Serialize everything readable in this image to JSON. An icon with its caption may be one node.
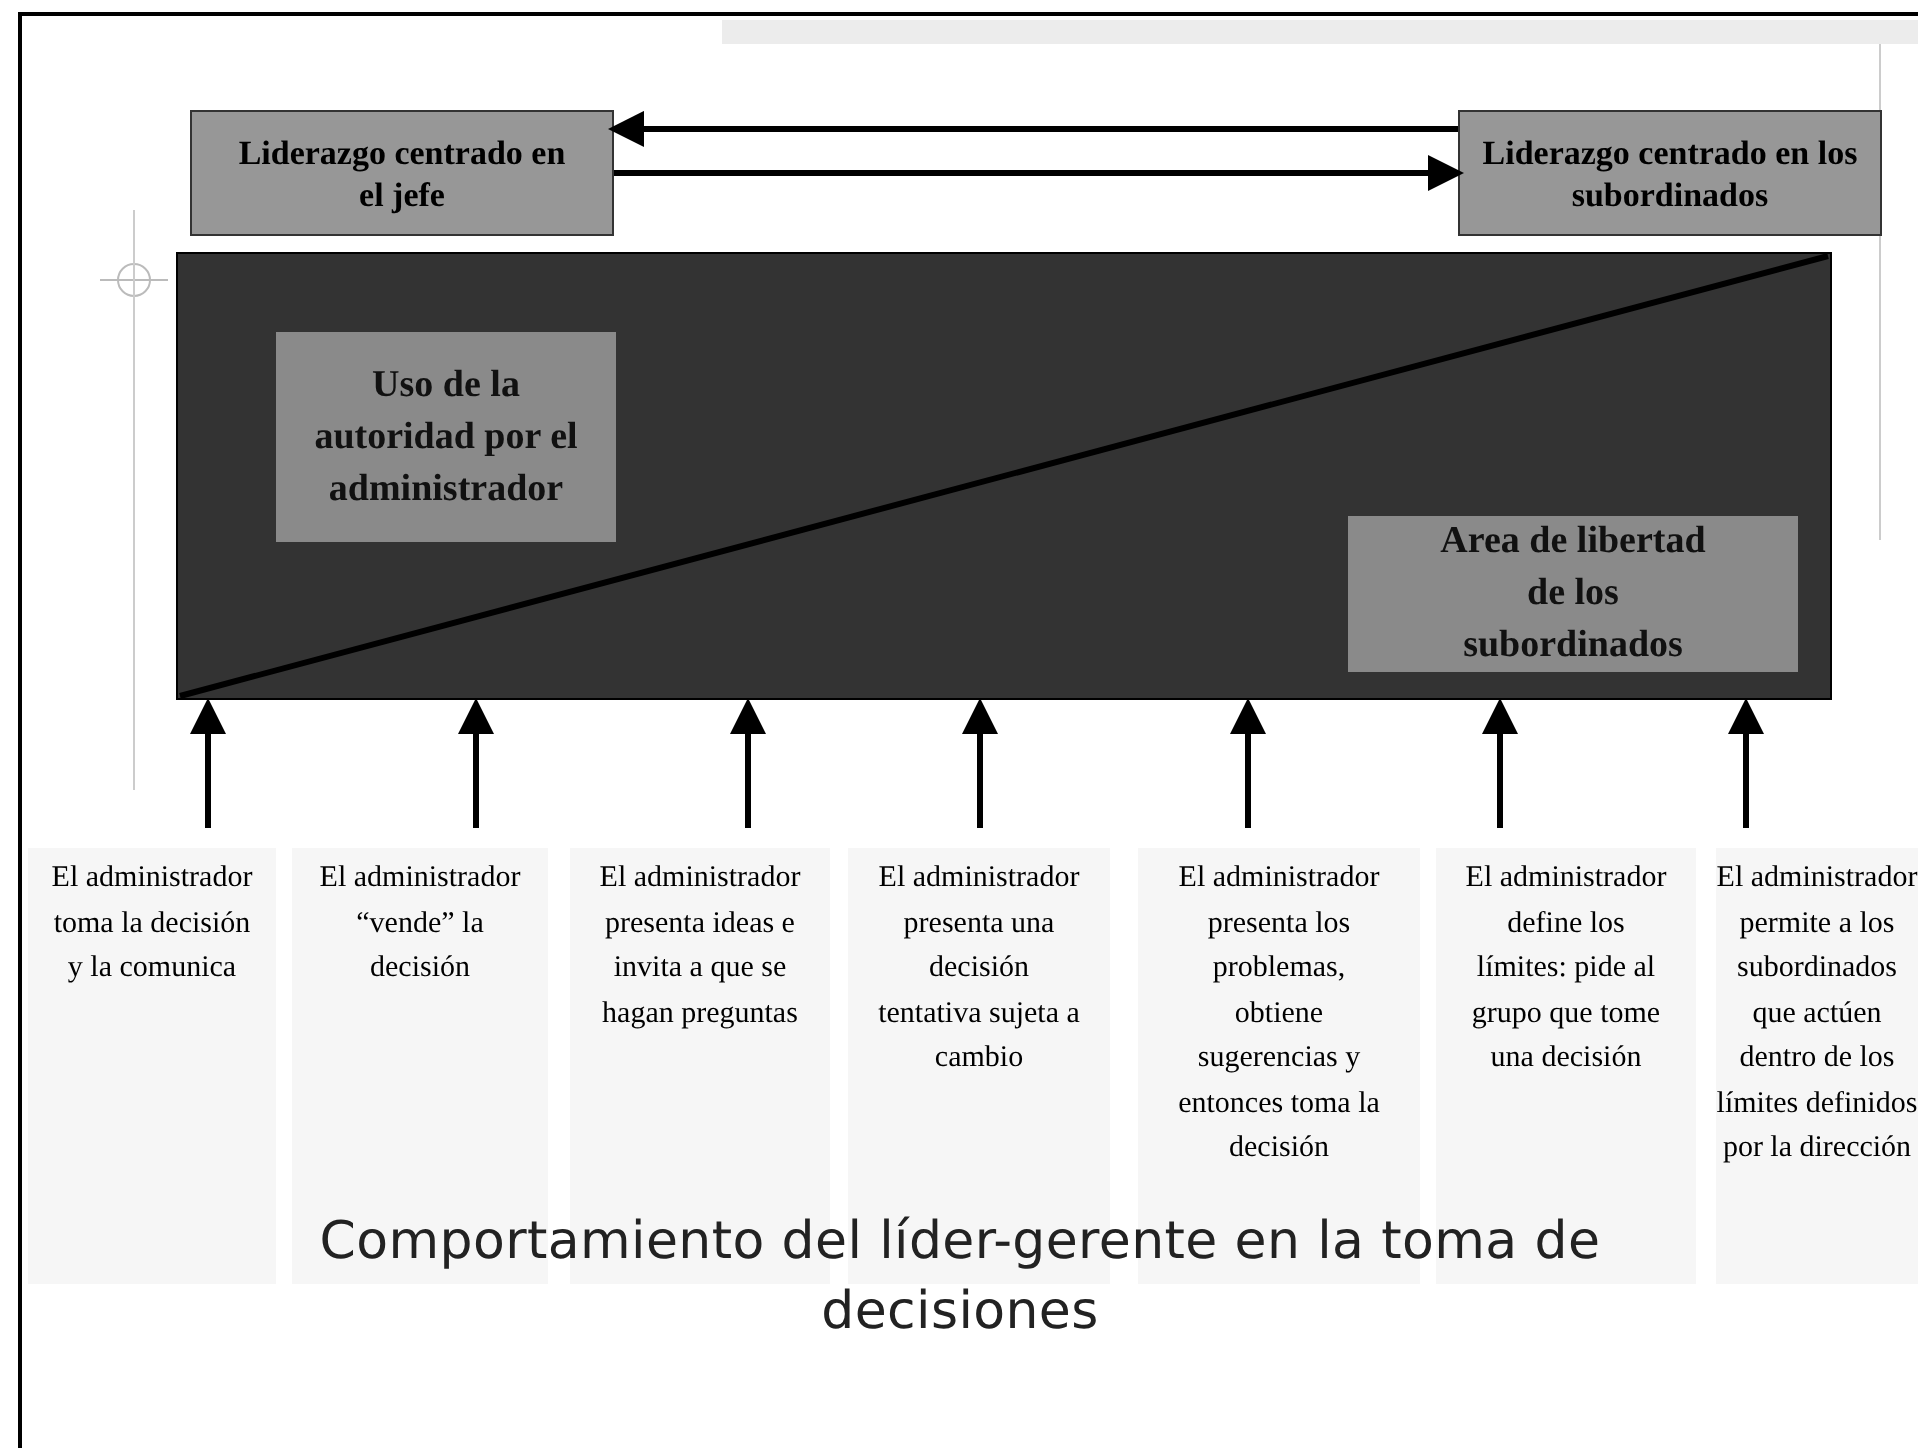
{
  "diagram": {
    "caption": "Comportamiento del líder-gerente en la toma de decisiones",
    "nodes": [
      {
        "text": [
          "Liderazgo centrado en el jefe"
        ]
      },
      {
        "text": [
          "Liderazgo centrado en los subordinados"
        ]
      },
      {
        "text": [],
        "shape": "box"
      },
      {
        "text": [
          "Uso de la autoridad por el administrador"
        ],
        "in": 2
      },
      {
        "text": [
          "Area de libertad de los subordinados"
        ],
        "in": 2
      },
      {
        "text": [
          "El administrador toma la decisión y la comunica"
        ]
      },
      {
        "text": [
          "El administrador “vende” la decisión"
        ]
      },
      {
        "text": [
          "El administrador presenta ideas e invita a que se hagan preguntas"
        ]
      },
      {
        "text": [
          "El administrador presenta una decisión tentativa sujeta a cambio"
        ]
      },
      {
        "text": [
          "El administrador presenta los problemas, obtiene sugerencias y entonces toma la decisión"
        ]
      },
      {
        "text": [
          "El administrador define los límites: pide al grupo que tome una decisión"
        ]
      },
      {
        "text": [
          "El administrador permite a los subordinados que actúen dentro de los límites definidos por la dirección"
        ]
      }
    ],
    "edges": [
      {
        "from": 1,
        "to": 0,
        "arrow": "to"
      },
      {
        "from": 0,
        "to": 1,
        "arrow": "to"
      },
      {
        "from": 5,
        "to": 2,
        "arrow": "to"
      },
      {
        "from": 6,
        "to": 2,
        "arrow": "to"
      },
      {
        "from": 7,
        "to": 2,
        "arrow": "to"
      },
      {
        "from": 8,
        "to": 2,
        "arrow": "to"
      },
      {
        "from": 9,
        "to": 2,
        "arrow": "to"
      },
      {
        "from": 10,
        "to": 2,
        "arrow": "to"
      },
      {
        "from": 11,
        "to": 2,
        "arrow": "to"
      }
    ]
  }
}
